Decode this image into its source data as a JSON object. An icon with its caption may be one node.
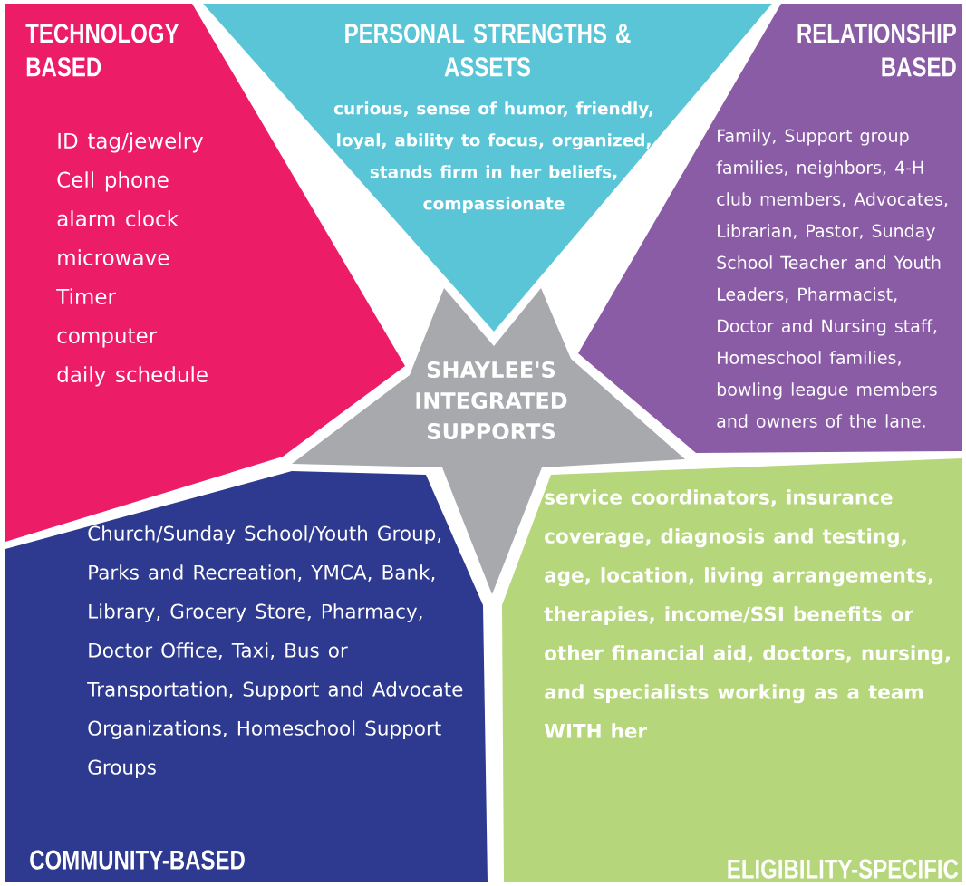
{
  "diagram": {
    "nodes": [
      {
        "text": [
          "TECHNOLOGY BASED",
          "ID tag/jewelry",
          "Cell phone",
          "alarm clock",
          "microwave",
          "Timer",
          "computer",
          "daily schedule"
        ]
      },
      {
        "text": [
          "PERSONAL STRENGTHS & ASSETS",
          "curious, sense of humor, friendly, loyal, ability to focus, organized, stands firm in her beliefs, compassionate"
        ]
      },
      {
        "text": [
          "RELATIONSHIP BASED",
          "Family, Support group families, neighbors, 4-H club members, Advocates, Librarian, Pastor, Sunday School Teacher and Youth Leaders, Pharmacist, Doctor and Nursing staff, Homeschool families, bowling league members and owners of the lane."
        ]
      },
      {
        "text": [
          "SHAYLEE'S INTEGRATED SUPPORTS"
        ]
      },
      {
        "text": [
          "Church/Sunday School/Youth Group, Parks and Recreation, YMCA, Bank, Library, Grocery Store, Pharmacy, Doctor Office, Taxi, Bus or Transportation, Support and Advocate Organizations, Homeschool Support Groups",
          "COMMUNITY-BASED"
        ]
      },
      {
        "text": [
          "service coordinators, insurance coverage, diagnosis and testing, age, location, living arrangements, therapies, income/SSI benefits or other financial aid, doctors, nursing, and specialists working as a team WITH her",
          "ELIGIBILITY-SPECIFIC"
        ]
      }
    ]
  }
}
